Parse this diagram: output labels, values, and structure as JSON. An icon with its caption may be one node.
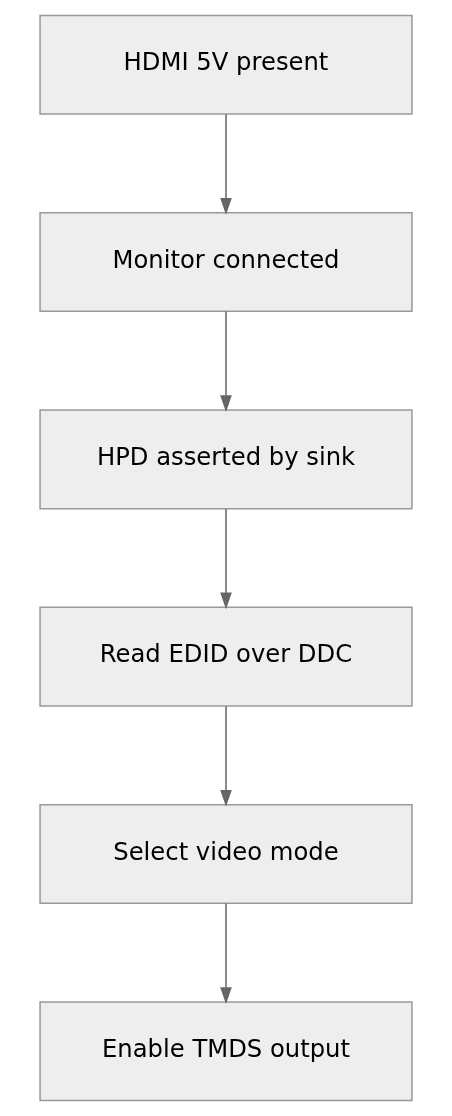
{
  "diagram": {
    "nodes": [
      {
        "text": [
          "HDMI 5V present"
        ]
      },
      {
        "text": [
          "Monitor connected"
        ]
      },
      {
        "text": [
          "HPD asserted by sink"
        ]
      },
      {
        "text": [
          "Read EDID over DDC"
        ]
      },
      {
        "text": [
          "Select video mode"
        ]
      },
      {
        "text": [
          "Enable TMDS output"
        ]
      }
    ],
    "edges": [
      {
        "from": 0,
        "to": 1,
        "arrow": "to"
      },
      {
        "from": 1,
        "to": 2,
        "arrow": "to"
      },
      {
        "from": 2,
        "to": 3,
        "arrow": "to"
      },
      {
        "from": 3,
        "to": 4,
        "arrow": "to"
      },
      {
        "from": 4,
        "to": 5,
        "arrow": "to"
      }
    ]
  }
}
